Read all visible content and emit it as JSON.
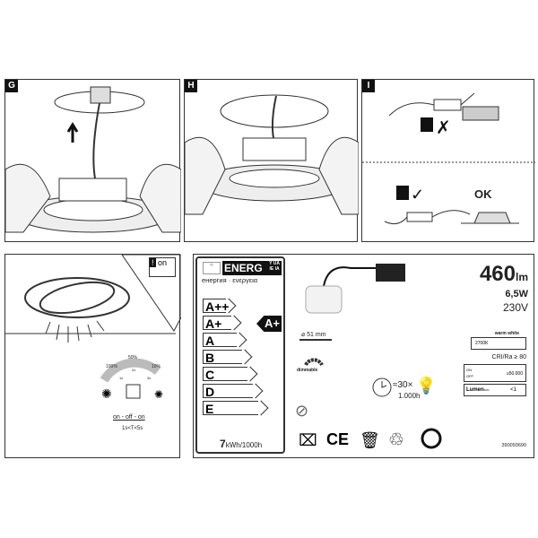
{
  "steps": {
    "g": "G",
    "h": "H",
    "i": "I"
  },
  "step_i": {
    "ok_label": "OK"
  },
  "dimmer": {
    "levels": [
      "100%",
      "50%",
      "10%"
    ],
    "presses": [
      "1x",
      "2x",
      "3x"
    ],
    "sequence": "on - off - on",
    "timing": "1s<T<5s",
    "on_label": "on"
  },
  "energy": {
    "title": "ENERG",
    "suffix_top": "Y UA",
    "suffix_bottom": "IE IA",
    "subtitle": "енергия · ενεργεια",
    "classes": [
      "A++",
      "A+",
      "A",
      "B",
      "C",
      "D",
      "E"
    ],
    "rating": "A+",
    "consumption_value": "7",
    "consumption_unit": "kWh/1000h"
  },
  "product": {
    "lumen_value": "460",
    "lumen_unit": "lm",
    "power": "6,5W",
    "voltage": "230V",
    "diameter": "⌀ 51 mm",
    "dimmable": "dimmable",
    "color_temp_label": "warm white",
    "color_temp": "2700K",
    "cri": "CRI/Ra ≥ 80",
    "switch_on": "ON",
    "switch_off": "OFF",
    "switch_cycles": "≥50.000",
    "lumen_label": "Lumen",
    "lumen_sub": "60%",
    "lumen_time": "<1",
    "lifetime_factor": "≈30×",
    "lifetime_hours": "1.000h",
    "article_number": "390093690"
  }
}
